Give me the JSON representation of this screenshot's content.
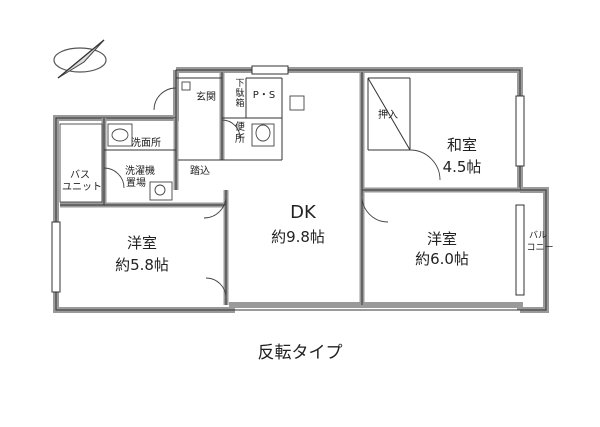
{
  "rooms": {
    "dk": {
      "name": "DK",
      "size": "約9.8帖"
    },
    "western_left": {
      "name": "洋室",
      "size": "約5.8帖"
    },
    "japanese": {
      "name": "和室",
      "size": "4.5帖"
    },
    "western_right": {
      "name": "洋室",
      "size": "約6.0帖"
    }
  },
  "labels": {
    "genkan": "玄関",
    "shoe_box_1": "下",
    "shoe_box_2": "駄",
    "shoe_box_3": "箱",
    "ps": "P・S",
    "toilet_1": "便",
    "toilet_2": "所",
    "oshiire": "押入",
    "senmenjo": "洗面所",
    "bath_1": "バス",
    "bath_2": "ユニット",
    "washer_1": "洗濯機",
    "washer_2": "置場",
    "step": "踏込",
    "balcony_1": "バル",
    "balcony_2": "コニー"
  },
  "caption": "反転タイプ",
  "colors": {
    "wall": "#9a9a9a",
    "line": "#333333"
  }
}
